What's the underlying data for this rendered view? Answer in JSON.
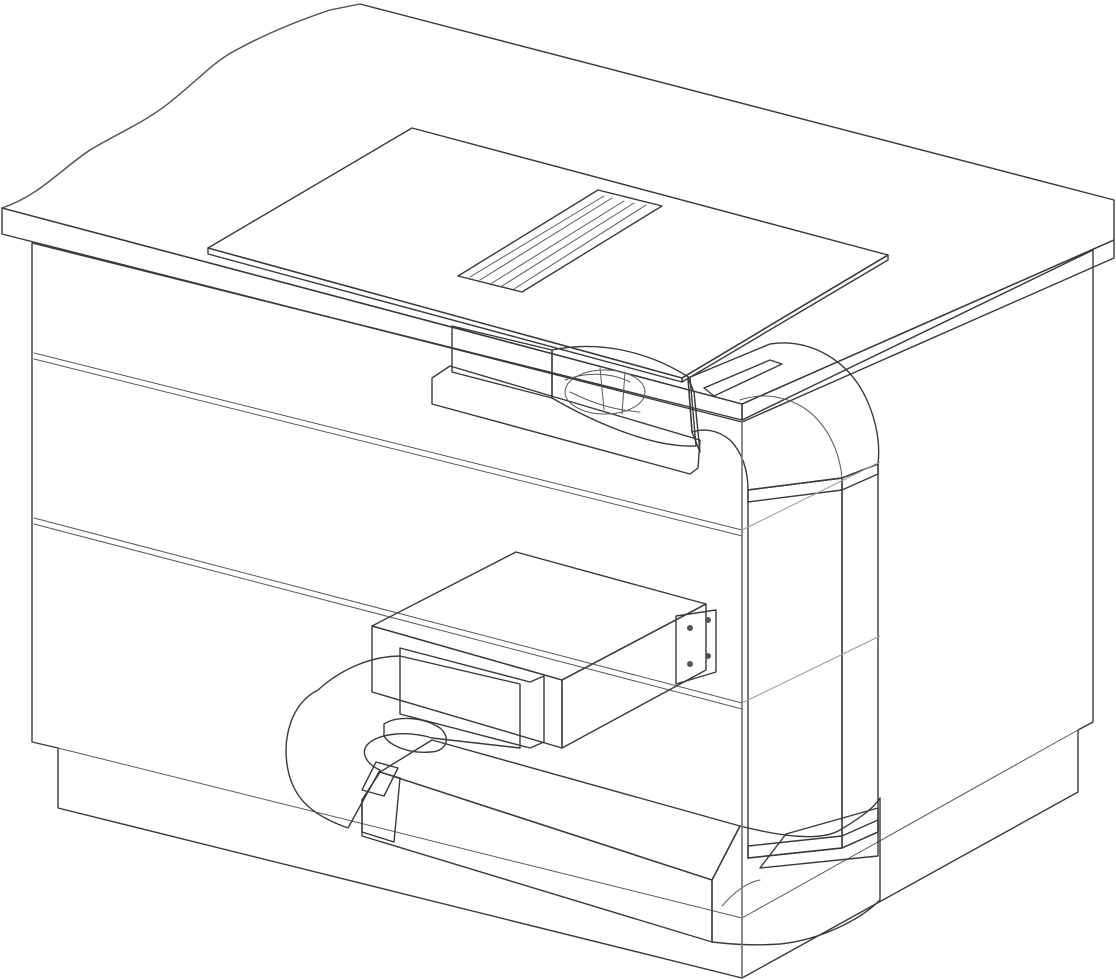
{
  "diagram": {
    "labels": [],
    "components": [
      "kitchen-island-cabinet",
      "worktop",
      "cooktop-with-downdraft-vent",
      "fan-unit",
      "flat-duct-elbow-vertical",
      "flat-duct-vertical-run",
      "flat-duct-elbow-bottom",
      "flat-duct-horizontal-run",
      "flat-duct-elbow-left",
      "plenum-box"
    ],
    "colors": {
      "background": "#ffffff",
      "line": "#3a3a3a",
      "cabinet": "#f5f5f5",
      "worktop": "#f2f2f2",
      "hob": "#c9c9c9",
      "vent": "#b9b9b9",
      "duct": "#e9e9e9",
      "duct_shade": "#d8d8d8",
      "metal": "#cdcdcd",
      "metal_dark": "#a9a9a9"
    }
  }
}
